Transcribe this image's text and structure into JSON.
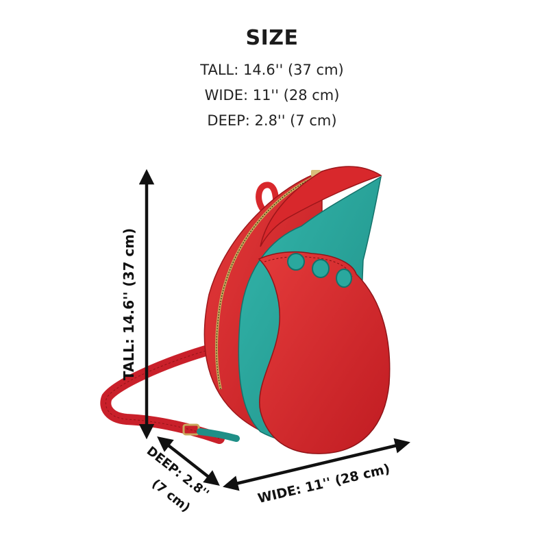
{
  "header": {
    "title": "SIZE",
    "tall": "TALL: 14.6'' (37 cm)",
    "wide": "WIDE: 11'' (28 cm)",
    "deep": "DEEP: 2.8'' (7 cm)"
  },
  "dimensions": {
    "tall_label": "TALL: 14.6'' (37 cm)",
    "wide_label": "WIDE: 11'' (28 cm)",
    "deep_line1": "DEEP: 2.8''",
    "deep_line2": "(7 cm)"
  },
  "colors": {
    "leather_red": "#d8282c",
    "leather_teal": "#2aa89e",
    "zipper_gold": "#c9a75c",
    "arrow": "#111111"
  }
}
